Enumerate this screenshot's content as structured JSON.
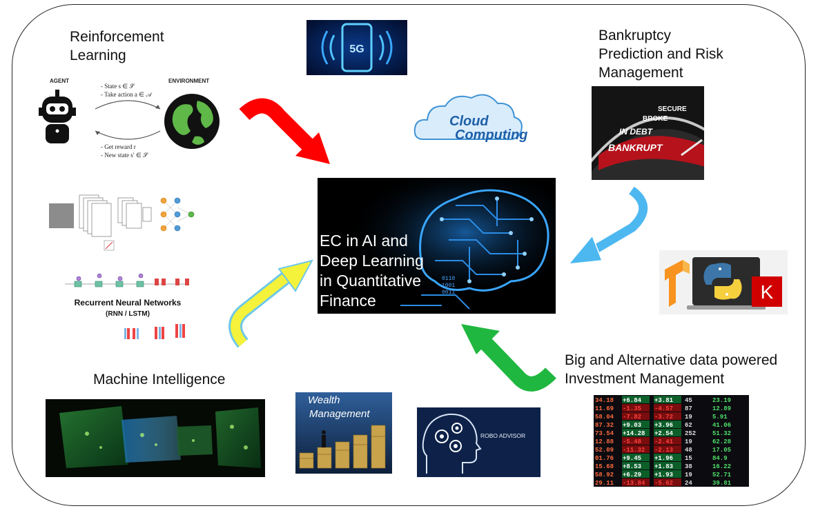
{
  "labels": {
    "reinforcement_learning": "Reinforcement\nLearning",
    "bankruptcy": "Bankruptcy\nPrediction and Risk\nManagement",
    "machine_intelligence": "Machine Intelligence",
    "big_data": "Big and Alternative data powered\nInvestment Management"
  },
  "center": {
    "title": "EC in AI and\nDeep Learning\nin Quantitative\nFinance",
    "binary_1": "0110",
    "binary_2": "1001",
    "binary_3": "0011"
  },
  "tiles": {
    "fiveg": {
      "text": "5G"
    },
    "cloud": {
      "text_1": "Cloud",
      "text_2": "Computing"
    },
    "rl": {
      "agent": "AGENT",
      "environment": "ENVIRONMENT",
      "state": "- State  s ∈ 𝒮",
      "action": "- Take action  a ∈ 𝒜",
      "reward": "- Get reward  r",
      "new_state": "- New state  s′ ∈ 𝒮"
    },
    "bankrupt": {
      "secure": "SECURE",
      "broke": "BROKE",
      "in_debt": "IN DEBT",
      "bankrupt": "BANKRUPT"
    },
    "rnn": {
      "title_1": "Recurrent Neural Networks",
      "title_2": "(RNN / LSTM)"
    },
    "wealth": {
      "text_1": "Wealth",
      "text_2": "Management"
    },
    "robo": {
      "text": "ROBO ADVISOR"
    },
    "tools": {
      "keras": "K"
    },
    "stocks": {
      "rows": [
        [
          "34.18",
          "+6.84",
          "+3.81",
          "45",
          "23.19"
        ],
        [
          "11.69",
          "-1.35",
          "-4.57",
          "87",
          "12.89"
        ],
        [
          "58.04",
          "-7.82",
          "-3.72",
          "19",
          "5.91"
        ],
        [
          "87.32",
          "+9.03",
          "+3.96",
          "62",
          "41.06"
        ],
        [
          "73.54",
          "+14.28",
          "+2.54",
          "252",
          "51.32"
        ],
        [
          "12.88",
          "-5.48",
          "-2.41",
          "19",
          "62.28"
        ],
        [
          "52.09",
          "-11.32",
          "-2.13",
          "48",
          "17.05"
        ],
        [
          "01.76",
          "+9.45",
          "+1.96",
          "15",
          "84.9"
        ],
        [
          "15.68",
          "+8.53",
          "+1.83",
          "38",
          "16.22"
        ],
        [
          "58.92",
          "+6.29",
          "+1.93",
          "19",
          "52.71"
        ],
        [
          "29.11",
          "-13.84",
          "-5.62",
          "24",
          "39.81"
        ]
      ]
    }
  },
  "colors": {
    "arrow_red": "#ff0000",
    "arrow_blue": "#4db8f0",
    "arrow_green": "#1fb73f",
    "arrow_yellow": "#f4f23a",
    "center_bg": "#000000"
  }
}
